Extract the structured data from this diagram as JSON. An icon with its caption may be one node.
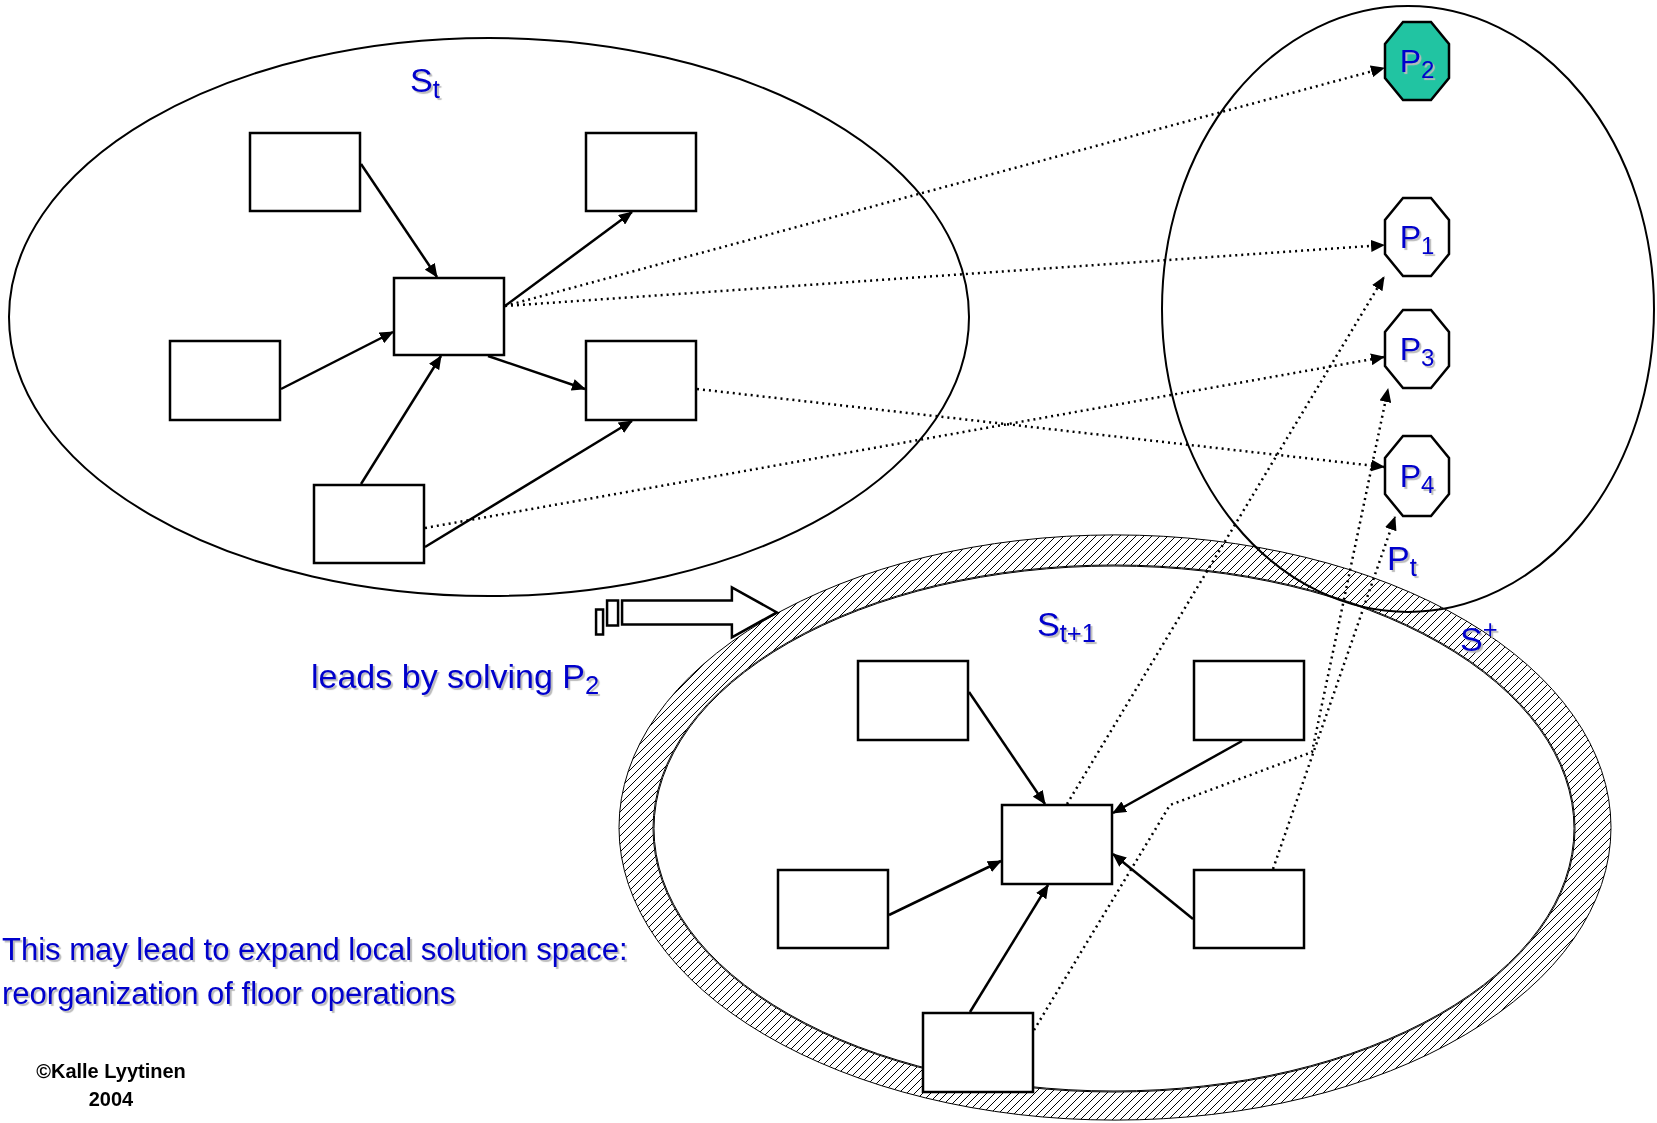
{
  "diagram": {
    "nodes": [
      {
        "text": [
          "S$_{t}$"
        ]
      },
      {
        "text": [],
        "shape": "box",
        "in": 0
      },
      {
        "text": [],
        "shape": "box",
        "in": 0
      },
      {
        "text": [],
        "shape": "box",
        "in": 0
      },
      {
        "text": [],
        "shape": "box",
        "in": 0
      },
      {
        "text": [],
        "shape": "box",
        "in": 0
      },
      {
        "text": [],
        "shape": "box",
        "in": 0
      },
      {
        "text": [
          "P$_{t}$"
        ]
      },
      {
        "text": [
          "P$_{2}$"
        ],
        "in": 7
      },
      {
        "text": [
          "P$_{1}$"
        ],
        "in": 7
      },
      {
        "text": [
          "P$_{3}$"
        ],
        "in": 7
      },
      {
        "text": [
          "P$_{4}$"
        ],
        "in": 7
      },
      {
        "text": [
          "S$^{+}$"
        ]
      },
      {
        "text": [
          "S$_{t+1}$"
        ],
        "in": 12
      },
      {
        "text": [],
        "shape": "box",
        "in": 13
      },
      {
        "text": [],
        "shape": "box",
        "in": 13
      },
      {
        "text": [],
        "shape": "box",
        "in": 13
      },
      {
        "text": [],
        "shape": "box",
        "in": 13
      },
      {
        "text": [],
        "shape": "box",
        "in": 13
      },
      {
        "text": [],
        "shape": "box",
        "in": 13
      }
    ],
    "edges": [
      {
        "from": 1,
        "to": 3,
        "arrow": "to"
      },
      {
        "from": 3,
        "to": 2,
        "arrow": "to"
      },
      {
        "from": 4,
        "to": 3,
        "arrow": "to"
      },
      {
        "from": 3,
        "to": 5,
        "arrow": "to"
      },
      {
        "from": 6,
        "to": 3,
        "arrow": "to"
      },
      {
        "from": 6,
        "to": 5,
        "arrow": "to"
      },
      {
        "from": 3,
        "to": 8,
        "arrow": "to",
        "style": "dashed"
      },
      {
        "from": 3,
        "to": 9,
        "arrow": "to",
        "style": "dashed"
      },
      {
        "from": 5,
        "to": 11,
        "arrow": "to",
        "style": "dashed"
      },
      {
        "from": 6,
        "to": 10,
        "arrow": "to",
        "style": "dashed"
      },
      {
        "from": 14,
        "to": 16,
        "arrow": "to"
      },
      {
        "from": 15,
        "to": 16,
        "arrow": "to"
      },
      {
        "from": 17,
        "to": 16,
        "arrow": "to"
      },
      {
        "from": 18,
        "to": 16,
        "arrow": "to"
      },
      {
        "from": 19,
        "to": 16,
        "arrow": "to"
      },
      {
        "from": 16,
        "to": 9,
        "arrow": "to",
        "style": "dashed"
      },
      {
        "from": 19,
        "to": 10,
        "arrow": "to",
        "style": "dashed"
      },
      {
        "from": 18,
        "to": 11,
        "arrow": "to",
        "style": "dashed"
      },
      {
        "from": 0,
        "to": 12,
        "arrow": "to",
        "style": "thick",
        "label": "leads by solving P$_{2}$"
      }
    ],
    "labels": [
      "This may  lead to expand local solution space: reorganization of floor operations",
      "©Kalle Lyytinen 2004"
    ]
  }
}
